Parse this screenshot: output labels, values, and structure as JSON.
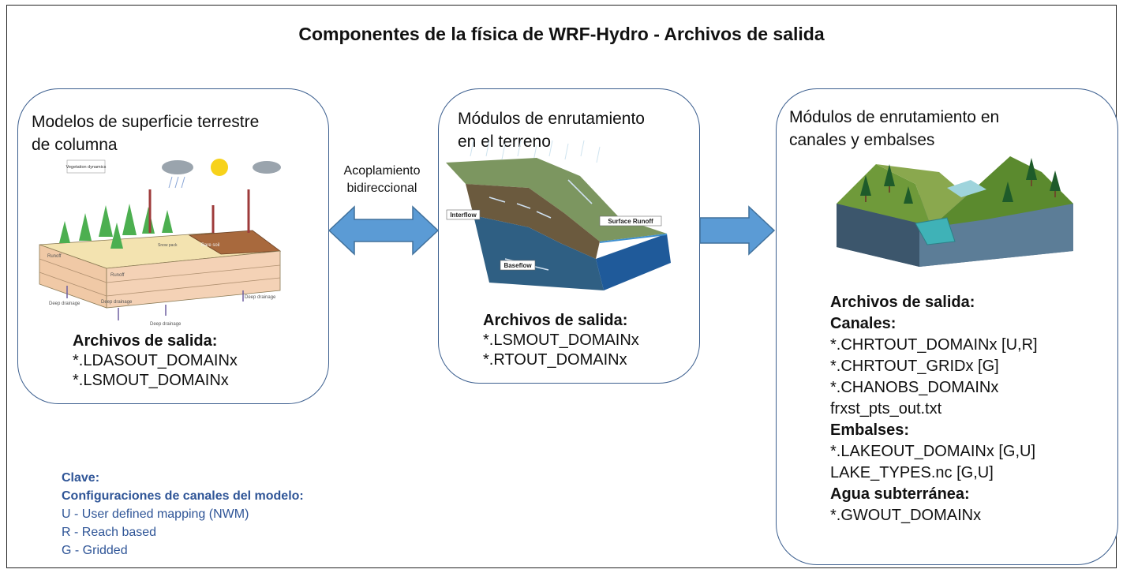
{
  "title": "Componentes de la física de WRF-Hydro - Archivos de salida",
  "box_left": {
    "title_line1": "Modelos de superficie terrestre",
    "title_line2": "de columna",
    "outputs_header": "Archivos de salida:",
    "outputs": [
      "*.LDASOUT_DOMAINx",
      "*.LSMOUT_DOMAINx"
    ],
    "illustration_labels": {
      "vegetation": "Vegetation dynamics",
      "runoff": "Runoff",
      "deep_drainage": "Deep drainage",
      "bare_soil": "Bare soil",
      "snow_pack": "Snow pack"
    }
  },
  "box_middle": {
    "title_line1": "Módulos de enrutamiento",
    "title_line2": "en el terreno",
    "outputs_header": "Archivos de salida:",
    "outputs": [
      "*.LSMOUT_DOMAINx",
      "*.RTOUT_DOMAINx"
    ],
    "illustration_labels": {
      "interflow": "Interflow",
      "surface_runoff": "Surface Runoff",
      "baseflow": "Baseflow"
    }
  },
  "box_right": {
    "title_line1": "Módulos de enrutamiento en",
    "title_line2": "canales y embalses",
    "outputs_header": "Archivos de salida:",
    "channels_header": "Canales:",
    "channels": [
      "*.CHRTOUT_DOMAINx [U,R]",
      "*.CHRTOUT_GRIDx [G]",
      "*.CHANOBS_DOMAINx",
      "frxst_pts_out.txt"
    ],
    "reservoirs_header": "Embalses:",
    "reservoirs": [
      "*.LAKEOUT_DOMAINx [G,U]",
      "LAKE_TYPES.nc [G,U]"
    ],
    "groundwater_header": "Agua subterránea:",
    "groundwater": [
      "*.GWOUT_DOMAINx"
    ]
  },
  "coupling_label_line1": "Acoplamiento",
  "coupling_label_line2": "bidireccional",
  "key": {
    "header": "Clave:",
    "subheader": "Configuraciones de canales del modelo:",
    "items": [
      "U - User defined mapping (NWM)",
      "R - Reach based",
      "G - Gridded"
    ]
  },
  "colors": {
    "arrow_fill": "#5b9bd5",
    "arrow_stroke": "#41719c",
    "box_border": "#3c5f8f",
    "key_text": "#2f5597"
  }
}
